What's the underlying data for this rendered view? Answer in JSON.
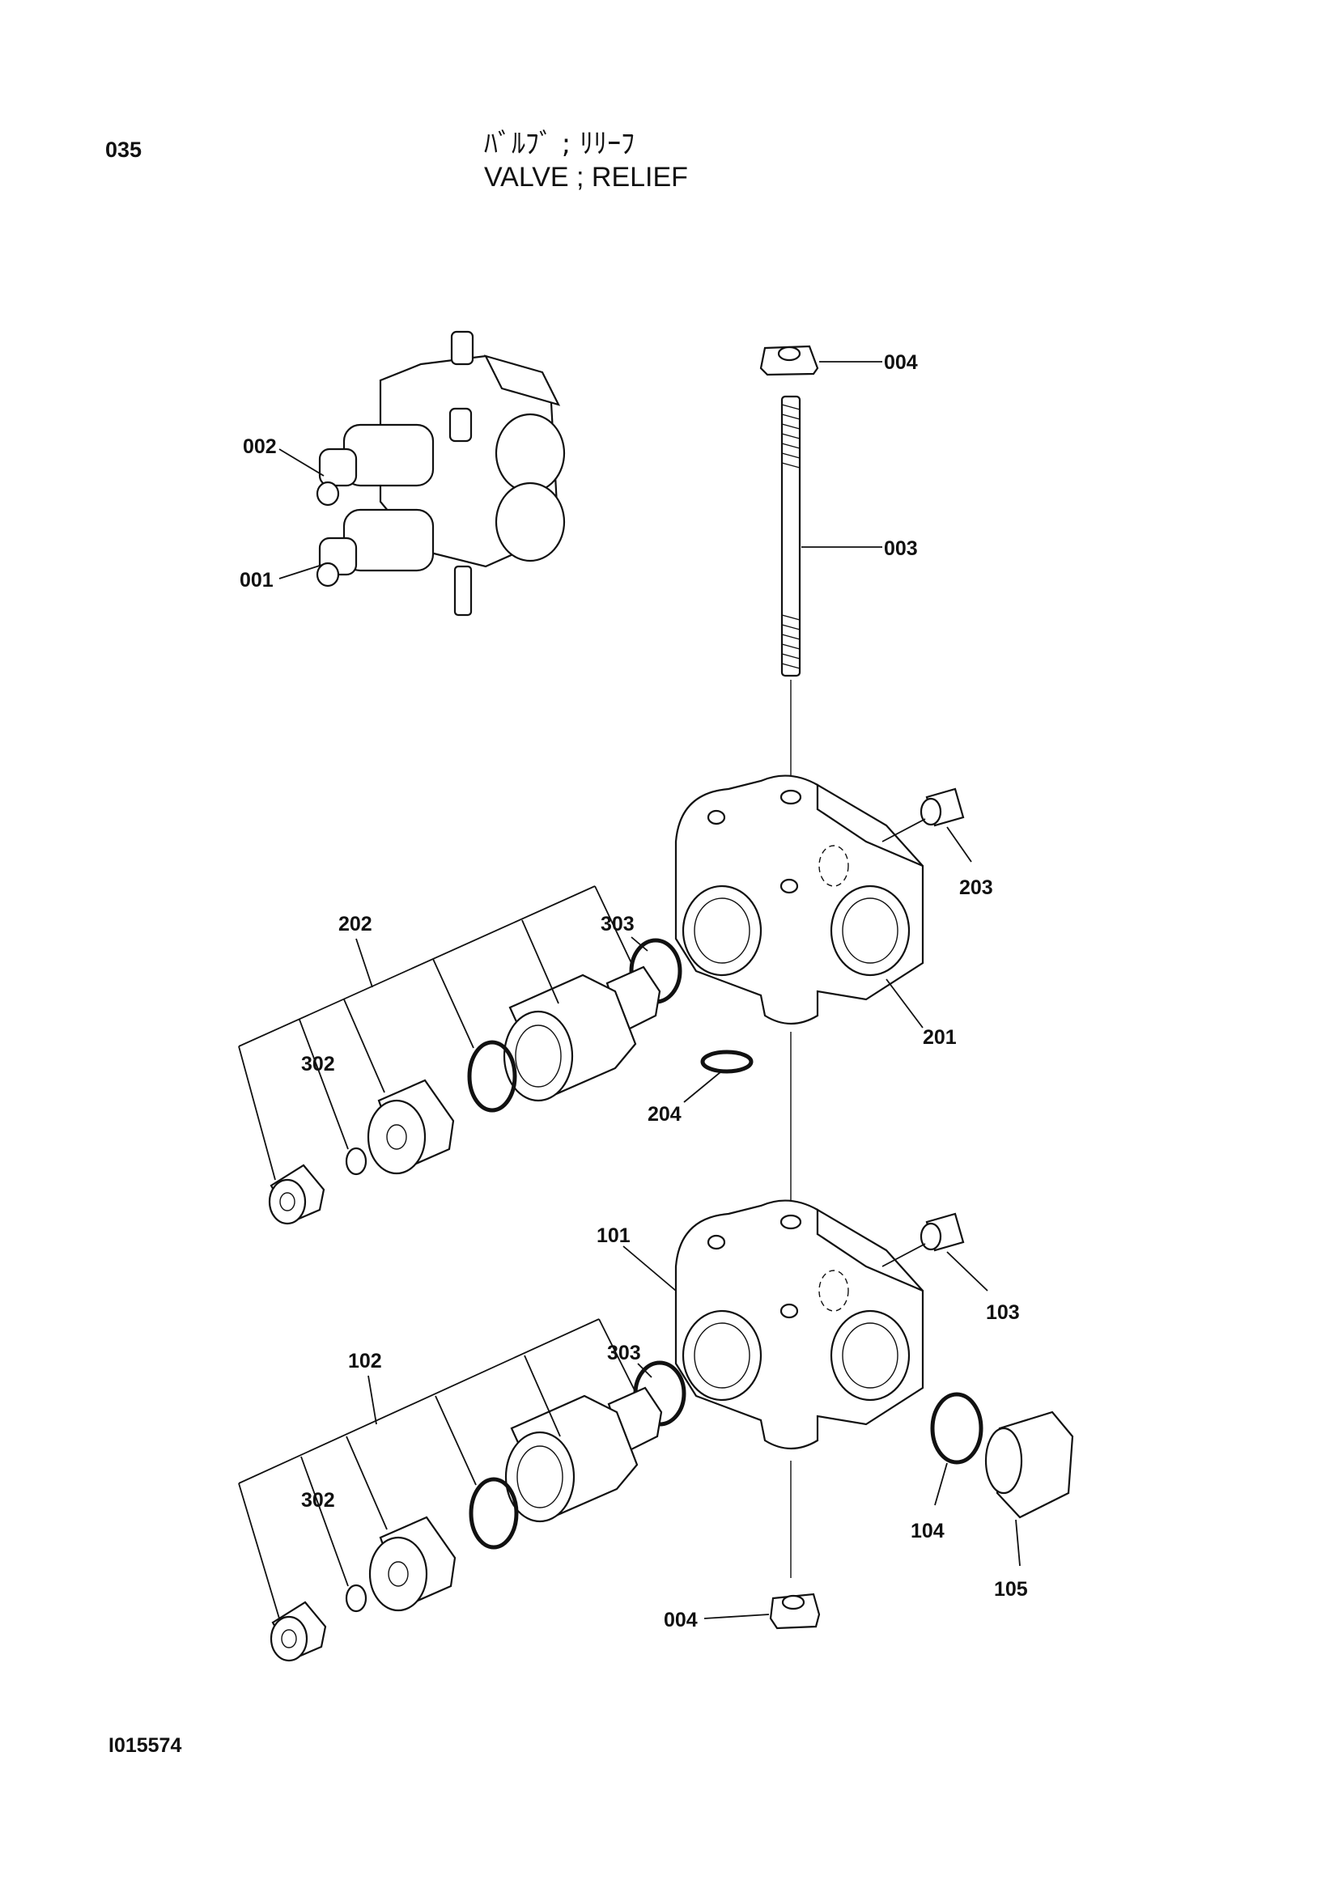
{
  "header": {
    "page_number": "035",
    "title_japanese": "ﾊﾞﾙﾌﾞ ; ﾘﾘｰﾌ",
    "title_english": "VALVE ; RELIEF"
  },
  "footer": {
    "figure_code": "I015574"
  },
  "callouts": {
    "c004_top": "004",
    "c003": "003",
    "c002": "002",
    "c001": "001",
    "c203": "203",
    "c202": "202",
    "c303_upper": "303",
    "c201": "201",
    "c302_upper": "302",
    "c204": "204",
    "c101": "101",
    "c103": "103",
    "c102": "102",
    "c303_lower": "303",
    "c302_lower": "302",
    "c104": "104",
    "c105": "105",
    "c004_bottom": "004"
  }
}
